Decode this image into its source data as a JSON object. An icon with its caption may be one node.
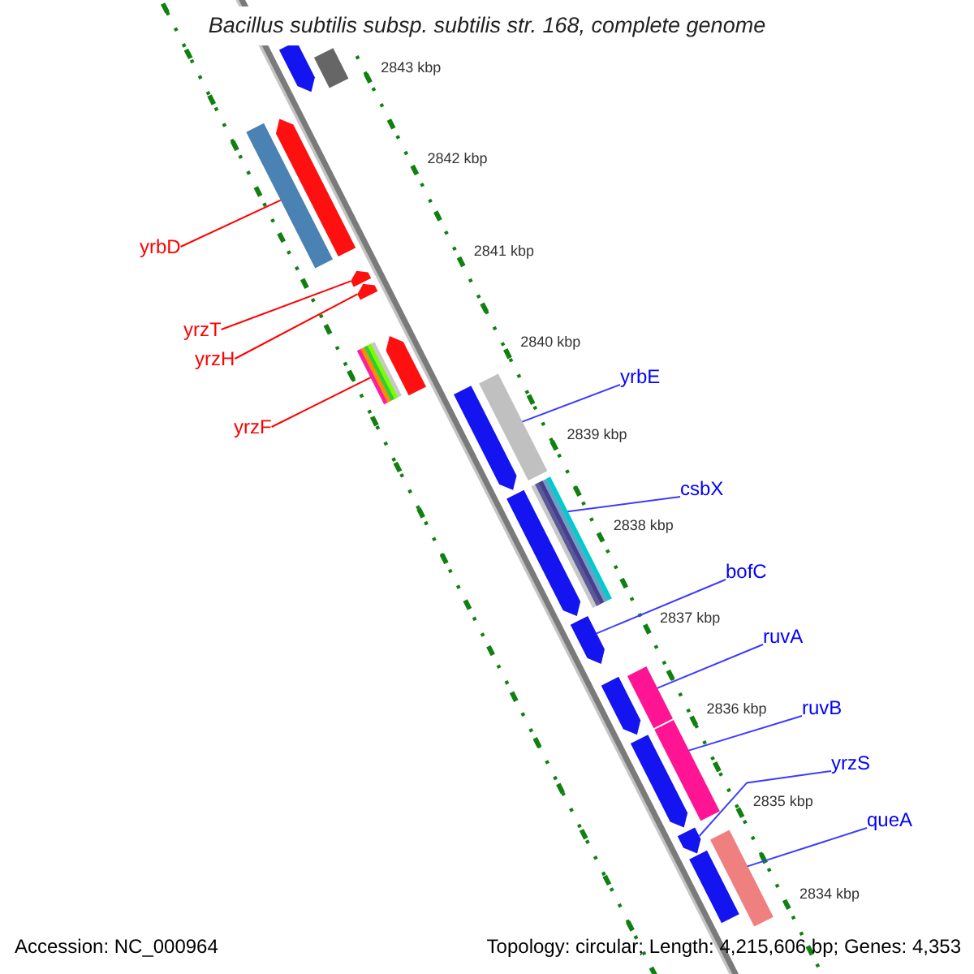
{
  "diagram": {
    "title": "Bacillus subtilis subsp. subtilis str. 168, complete genome",
    "nodes": [
      {
        "text": [
          "yrbD"
        ]
      },
      {
        "text": [
          "yrzT"
        ]
      },
      {
        "text": [
          "yrzH"
        ]
      },
      {
        "text": [
          "yrzF"
        ]
      },
      {
        "text": [
          "yrbE"
        ]
      },
      {
        "text": [
          "csbX"
        ]
      },
      {
        "text": [
          "bofC"
        ]
      },
      {
        "text": [
          "ruvA"
        ]
      },
      {
        "text": [
          "ruvB"
        ]
      },
      {
        "text": [
          "yrzS"
        ]
      },
      {
        "text": [
          "queA"
        ]
      },
      {
        "text": [],
        "shape": "bar"
      },
      {
        "text": [],
        "shape": "arrow"
      },
      {
        "text": [],
        "shape": "arrow"
      },
      {
        "text": [],
        "shape": "bar"
      },
      {
        "text": [],
        "shape": "bar"
      },
      {
        "text": [],
        "shape": "bar"
      },
      {
        "text": [],
        "shape": "arrow"
      },
      {
        "text": [],
        "shape": "bar"
      },
      {
        "text": [],
        "shape": "bar"
      },
      {
        "text": [],
        "shape": "arrow"
      },
      {
        "text": [],
        "shape": "bar"
      },
      {
        "text": [],
        "shape": "arrow"
      },
      {
        "text": [],
        "shape": "bar"
      },
      {
        "text": [],
        "shape": "arrow"
      },
      {
        "text": [],
        "shape": "arrow"
      },
      {
        "text": [],
        "shape": "arrow"
      },
      {
        "text": [],
        "shape": "arrow"
      },
      {
        "text": [],
        "shape": "arrow"
      },
      {
        "text": [],
        "shape": "arrow"
      },
      {
        "text": [],
        "shape": "bar"
      }
    ],
    "edges": [
      {
        "from": 0,
        "to": 11,
        "arrow": "none",
        "color": "#ff0000"
      },
      {
        "from": 1,
        "to": 12,
        "arrow": "none",
        "color": "#ff0000"
      },
      {
        "from": 2,
        "to": 13,
        "arrow": "none",
        "color": "#ff0000"
      },
      {
        "from": 3,
        "to": 14,
        "arrow": "none",
        "color": "#ff0000"
      },
      {
        "from": 4,
        "to": 15,
        "arrow": "none"
      },
      {
        "from": 5,
        "to": 16,
        "arrow": "none"
      },
      {
        "from": 6,
        "to": 17,
        "arrow": "none"
      },
      {
        "from": 7,
        "to": 18,
        "arrow": "none"
      },
      {
        "from": 8,
        "to": 19,
        "arrow": "none"
      },
      {
        "from": 9,
        "to": 20,
        "arrow": "none"
      },
      {
        "from": 10,
        "to": 21,
        "arrow": "none"
      }
    ],
    "labels": [
      "2843 kbp",
      "2842 kbp",
      "2841 kbp",
      "2840 kbp",
      "2839 kbp",
      "2838 kbp",
      "2837 kbp",
      "2836 kbp",
      "2835 kbp",
      "2834 kbp",
      "Accession: NC_000964",
      "Topology: circular; Length: 4,215,606 bp; Genes: 4,353"
    ]
  }
}
